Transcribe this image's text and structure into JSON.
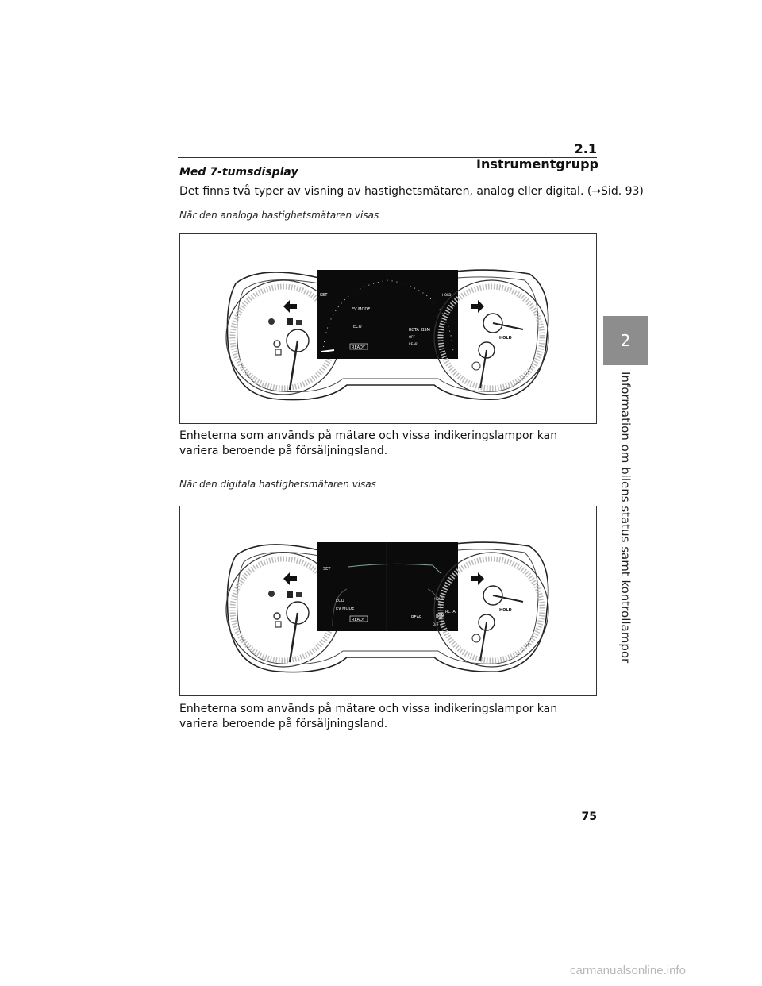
{
  "header": {
    "section_title": "2.1  Instrumentgrupp"
  },
  "side_tab": {
    "chapter_number": "2",
    "chapter_title": "Information om bilens status samt kontrollampor"
  },
  "content": {
    "heading": "Med 7-tumsdisplay",
    "intro": "Det finns två typer av visning av hastighetsmätaren, analog eller digital. (→Sid. 93)",
    "figure1": {
      "caption": "När den analoga hastighetsmätaren visas",
      "note": "Enheterna som används på mätare och vissa indikeringslampor kan variera beroende på försäljningsland.",
      "labels": {
        "set": "SET",
        "hold": "HOLD",
        "eco": "ECO",
        "ev_mode": "EV MODE",
        "ready": "READY",
        "rcta": "RCTA",
        "bsm": "BSM",
        "off": "OFF",
        "rear": "REAR"
      }
    },
    "figure2": {
      "caption": "När den digitala hastighetsmätaren visas",
      "note": "Enheterna som används på mätare och vissa indikeringslampor kan variera beroende på försäljningsland.",
      "labels": {
        "set": "SET",
        "hold": "HOLD",
        "eco": "ECO",
        "ev_mode": "EV MODE",
        "ready": "READY",
        "rcta": "RCTA",
        "bsm": "BSM",
        "off": "OFF",
        "rear": "REAR"
      }
    }
  },
  "footer": {
    "page_number": "75",
    "watermark": "carmanualsonline.info"
  }
}
